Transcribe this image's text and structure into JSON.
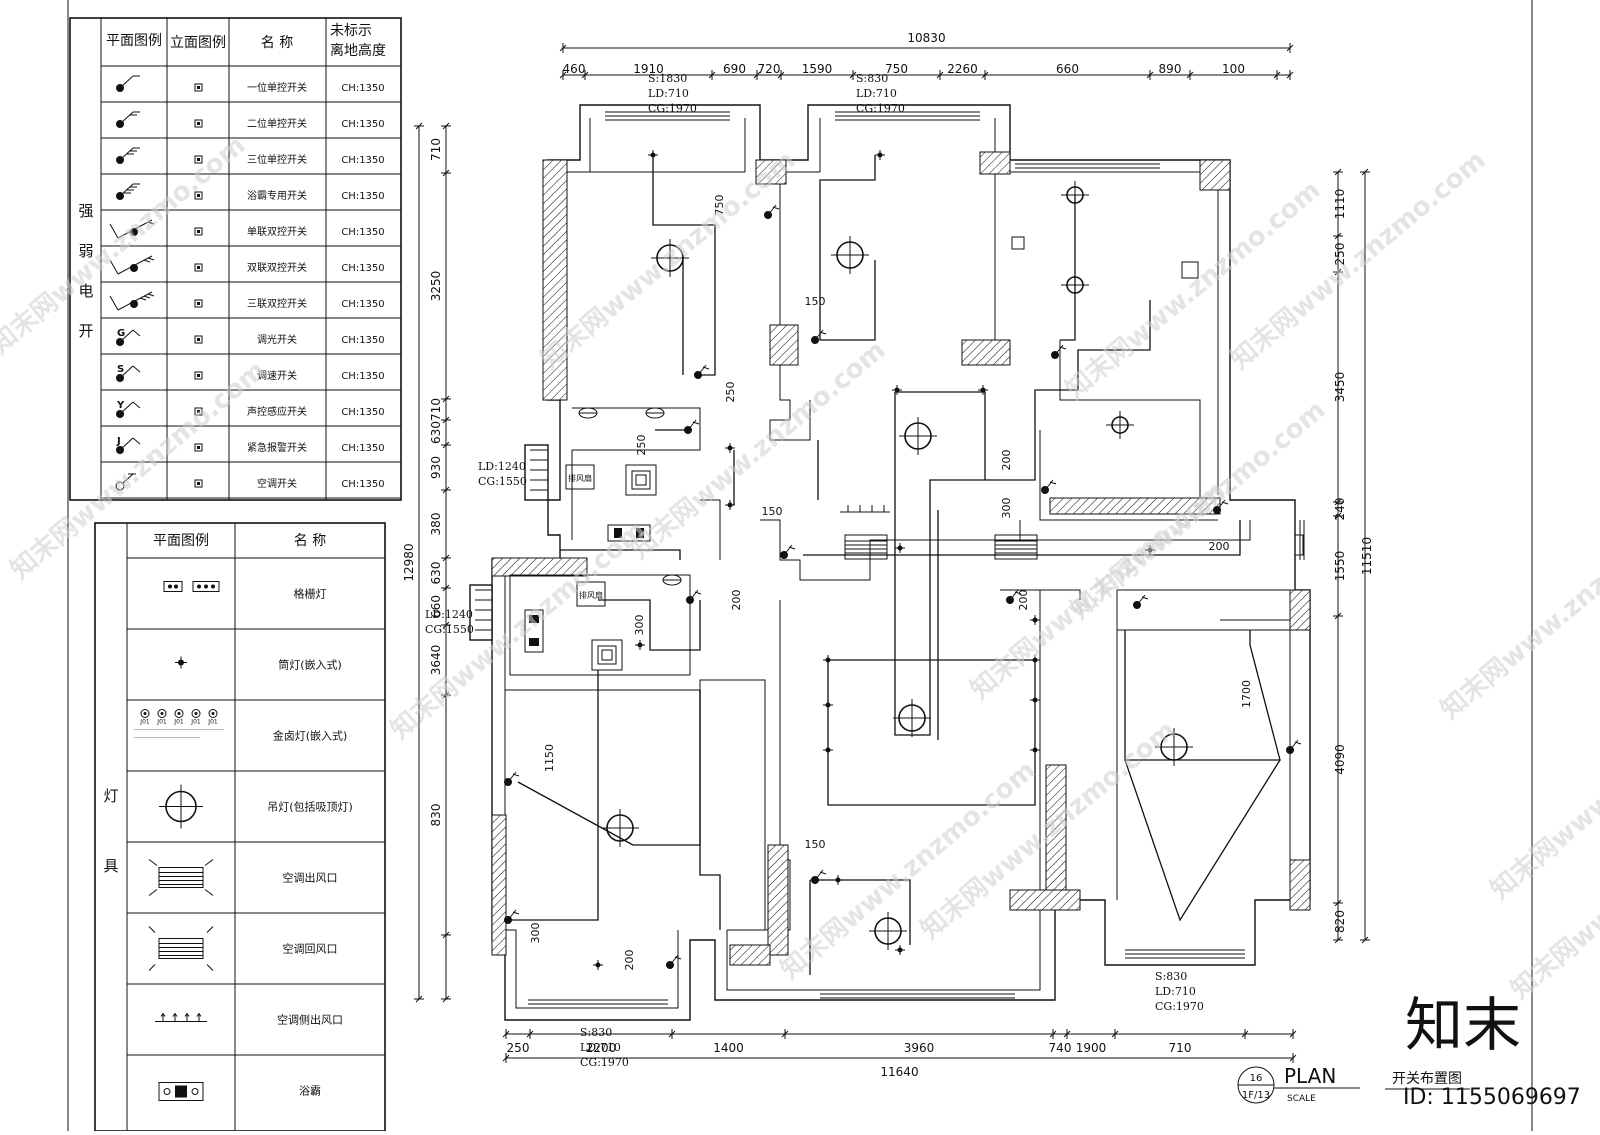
{
  "legend_switches": {
    "headers": {
      "plan": "平面图例",
      "elev": "立面图例",
      "name": "名   称",
      "height": "未标示\n离地高度"
    },
    "category": "强弱电开",
    "rows": [
      {
        "name": "一位单控开关",
        "height": "CH:1350"
      },
      {
        "name": "二位单控开关",
        "height": "CH:1350"
      },
      {
        "name": "三位单控开关",
        "height": "CH:1350"
      },
      {
        "name": "浴霸专用开关",
        "height": "CH:1350"
      },
      {
        "name": "单联双控开关",
        "height": "CH:1350"
      },
      {
        "name": "双联双控开关",
        "height": "CH:1350"
      },
      {
        "name": "三联双控开关",
        "height": "CH:1350"
      },
      {
        "name": "调光开关",
        "height": "CH:1350"
      },
      {
        "name": "调速开关",
        "height": "CH:1350"
      },
      {
        "name": "声控感应开关",
        "height": "CH:1350"
      },
      {
        "name": "紧急报警开关",
        "height": "CH:1350"
      },
      {
        "name": "空调开关",
        "height": "CH:1350"
      }
    ]
  },
  "legend_lights": {
    "headers": {
      "plan": "平面图例",
      "name": "名   称"
    },
    "category": "灯具",
    "rows": [
      {
        "name": "格栅灯",
        "icon": "grille-light-icon"
      },
      {
        "name": "筒灯(嵌入式)",
        "icon": "downlight-icon"
      },
      {
        "name": "金卤灯(嵌入式)",
        "icon": "metal-halide-icon",
        "codes": [
          "J01",
          "J01",
          "J01",
          "J01",
          "J01"
        ]
      },
      {
        "name": "吊灯(包括吸顶灯)",
        "icon": "pendant-light-icon"
      },
      {
        "name": "空调出风口",
        "icon": "ac-outlet-icon"
      },
      {
        "name": "空调回风口",
        "icon": "ac-return-icon"
      },
      {
        "name": "空调侧出风口",
        "icon": "ac-side-outlet-icon"
      },
      {
        "name": "浴霸",
        "icon": "bath-heater-icon"
      }
    ]
  },
  "dimensions": {
    "top_total": "10830",
    "top": [
      "460",
      "1910",
      "690",
      "720",
      "1590",
      "750",
      "2260",
      "660",
      "890",
      "100"
    ],
    "bottom_total": "11640",
    "bottom": [
      "250",
      "2200",
      "1400",
      "3960",
      "740",
      "1900",
      "710"
    ],
    "left_total": "12980",
    "left": [
      "710",
      "3250",
      "710",
      "630",
      "930",
      "380",
      "630",
      "660",
      "3640",
      "830"
    ],
    "right_total": "11510",
    "right": [
      "1110",
      "250",
      "3450",
      "240",
      "1550",
      "4090",
      "820"
    ],
    "inner": [
      "750",
      "250",
      "250",
      "150",
      "150",
      "200",
      "300",
      "200",
      "300",
      "200",
      "200",
      "1150",
      "300",
      "200",
      "1700",
      "150"
    ]
  },
  "window_notes": [
    {
      "s": "S:1830",
      "ld": "LD:710",
      "cg": "CG:1970"
    },
    {
      "s": "S:830",
      "ld": "LD:710",
      "cg": "CG:1970"
    },
    {
      "s": "S:830",
      "ld": "LD:710",
      "cg": "CG:1970"
    },
    {
      "s": "S:830",
      "ld": "LD:710",
      "cg": "CG:1970"
    }
  ],
  "side_notes": [
    {
      "ld": "LD:1240",
      "cg": "CG:1550"
    },
    {
      "ld": "LD:1240",
      "cg": "CG:1550"
    }
  ],
  "room_tags": [
    "排风扇",
    "排风扇"
  ],
  "title_block": {
    "plan": "PLAN",
    "scale": "SCALE",
    "title": "开关布置图",
    "sheet_top": "16",
    "sheet_bottom": "1F/13"
  },
  "watermark": {
    "text": "知末网www.znzmo.com",
    "logo": "知末",
    "id": "ID: 1155069697"
  }
}
